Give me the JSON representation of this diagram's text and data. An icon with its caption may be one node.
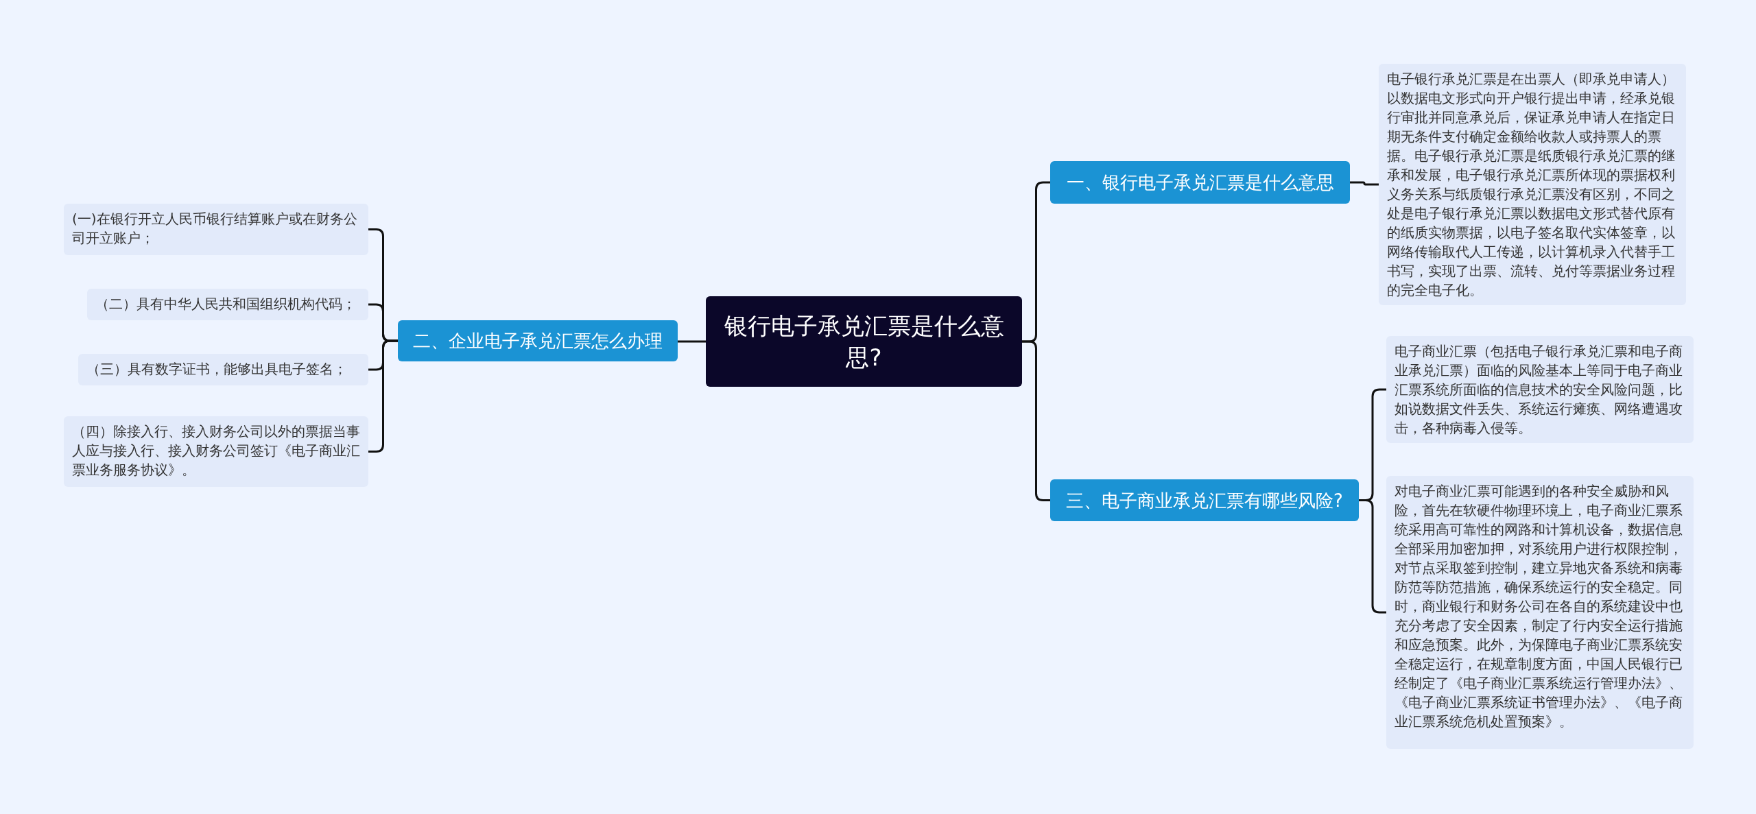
{
  "diagram": {
    "nodes": [
      {
        "text": [
          "银行电子承兑汇票是什么意思?"
        ]
      },
      {
        "text": [
          "一、银行电子承兑汇票是什么意思"
        ]
      },
      {
        "text": [
          "电子银行承兑汇票是在出票人（即承兑申请人）以数据电文形式向开户银行提出申请，经承兑银行审批并同意承兑后，保证承兑申请人在指定日期无条件支付确定金额给收款人或持票人的票据。电子银行承兑汇票是纸质银行承兑汇票的继承和发展，电子银行承兑汇票所体现的票据权利义务关系与纸质银行承兑汇票没有区别，不同之处是电子银行承兑汇票以数据电文形式替代原有的纸质实物票据，以电子签名取代实体签章，以网络传输取代人工传递，以计算机录入代替手工书写，实现了出票、流转、兑付等票据业务过程的完全电子化。"
        ]
      },
      {
        "text": [
          "二、企业电子承兑汇票怎么办理"
        ]
      },
      {
        "text": [
          "(一)在银行开立人民币银行结算账户或在财务公司开立账户；"
        ]
      },
      {
        "text": [
          "（二）具有中华人民共和国组织机构代码；"
        ]
      },
      {
        "text": [
          "（三）具有数字证书，能够出具电子签名；"
        ]
      },
      {
        "text": [
          "（四）除接入行、接入财务公司以外的票据当事人应与接入行、接入财务公司签订《电子商业汇票业务服务协议》。"
        ]
      },
      {
        "text": [
          "三、电子商业承兑汇票有哪些风险?"
        ]
      },
      {
        "text": [
          "电子商业汇票（包括电子银行承兑汇票和电子商业承兑汇票）面临的风险基本上等同于电子商业汇票系统所面临的信息技术的安全风险问题，比如说数据文件丢失、系统运行瘫痪、网络遭遇攻击，各种病毒入侵等。"
        ]
      },
      {
        "text": [
          "对电子商业汇票可能遇到的各种安全威胁和风险，首先在软硬件物理环境上，电子商业汇票系统采用高可靠性的网路和计算机设备，数据信息全部采用加密加押，对系统用户进行权限控制，对节点采取签到控制，建立异地灾备系统和病毒防范等防范措施，确保系统运行的安全稳定。同时，商业银行和财务公司在各自的系统建设中也充分考虑了安全因素，制定了行内安全运行措施和应急预案。此外，为保障电子商业汇票系统安全稳定运行，在规章制度方面，中国人民银行已经制定了《电子商业汇票系统运行管理办法》、《电子商业汇票系统证书管理办法》、《电子商业汇票系统危机处置预案》。"
        ]
      }
    ],
    "edges": [
      {
        "from": 0,
        "to": 1,
        "arrow": "none"
      },
      {
        "from": 1,
        "to": 2,
        "arrow": "none"
      },
      {
        "from": 0,
        "to": 3,
        "arrow": "none"
      },
      {
        "from": 3,
        "to": 4,
        "arrow": "none"
      },
      {
        "from": 3,
        "to": 5,
        "arrow": "none"
      },
      {
        "from": 3,
        "to": 6,
        "arrow": "none"
      },
      {
        "from": 3,
        "to": 7,
        "arrow": "none"
      },
      {
        "from": 0,
        "to": 8,
        "arrow": "none"
      },
      {
        "from": 8,
        "to": 9,
        "arrow": "none"
      },
      {
        "from": 8,
        "to": 10,
        "arrow": "none"
      }
    ]
  }
}
